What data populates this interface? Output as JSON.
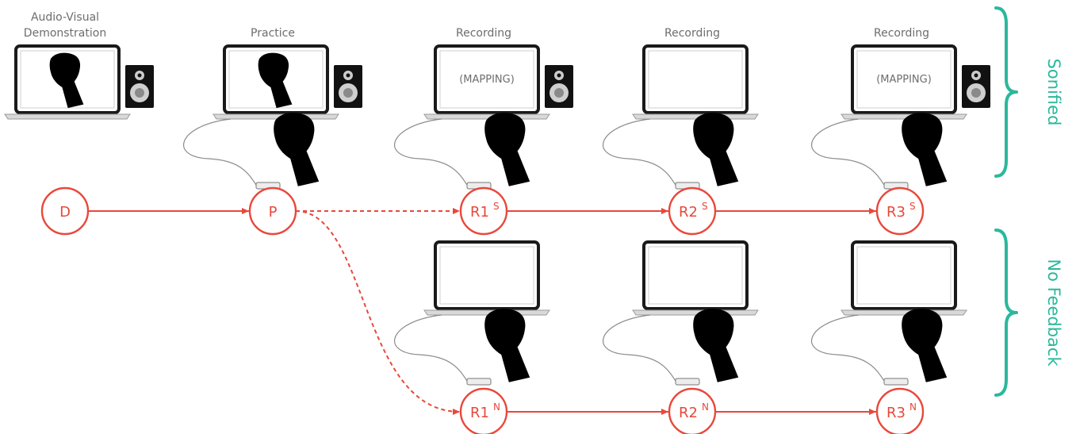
{
  "stages": [
    {
      "caption_lines": [
        "Audio-Visual",
        "Demonstration"
      ],
      "screen": "hand",
      "speaker": true,
      "controller": false
    },
    {
      "caption_lines": [
        "Practice"
      ],
      "screen": "hand",
      "speaker": true,
      "controller": true
    },
    {
      "caption_lines": [
        "Recording"
      ],
      "screen": "(MAPPING)",
      "speaker": true,
      "controller": true
    },
    {
      "caption_lines": [
        "Recording"
      ],
      "screen": "",
      "speaker": false,
      "controller": true
    },
    {
      "caption_lines": [
        "Recording"
      ],
      "screen": "(MAPPING)",
      "speaker": true,
      "controller": true
    }
  ],
  "nofeedback_row": [
    {
      "screen": "",
      "controller": true
    },
    {
      "screen": "",
      "controller": true
    },
    {
      "screen": "",
      "controller": true
    }
  ],
  "nodes": [
    {
      "id": "D",
      "label": "D",
      "sup": ""
    },
    {
      "id": "P",
      "label": "P",
      "sup": ""
    },
    {
      "id": "R1S",
      "label": "R1",
      "sup": "S"
    },
    {
      "id": "R2S",
      "label": "R2",
      "sup": "S"
    },
    {
      "id": "R3S",
      "label": "R3",
      "sup": "S"
    },
    {
      "id": "R1N",
      "label": "R1",
      "sup": "N"
    },
    {
      "id": "R2N",
      "label": "R2",
      "sup": "N"
    },
    {
      "id": "R3N",
      "label": "R3",
      "sup": "N"
    }
  ],
  "edges": [
    {
      "from": "D",
      "to": "P",
      "style": "solid"
    },
    {
      "from": "P",
      "to": "R1S",
      "style": "dashed"
    },
    {
      "from": "P",
      "to": "R1N",
      "style": "dashed"
    },
    {
      "from": "R1S",
      "to": "R2S",
      "style": "solid"
    },
    {
      "from": "R2S",
      "to": "R3S",
      "style": "solid"
    },
    {
      "from": "R1N",
      "to": "R2N",
      "style": "solid"
    },
    {
      "from": "R2N",
      "to": "R3N",
      "style": "solid"
    }
  ],
  "groups": [
    {
      "label": "Sonified"
    },
    {
      "label": "No Feedback"
    }
  ],
  "colors": {
    "node": "#e8483b",
    "group": "#2bb89c",
    "caption": "#6d6d6d"
  },
  "icons": [
    "laptop-icon",
    "speaker-icon",
    "hand-icon",
    "controller-icon"
  ]
}
